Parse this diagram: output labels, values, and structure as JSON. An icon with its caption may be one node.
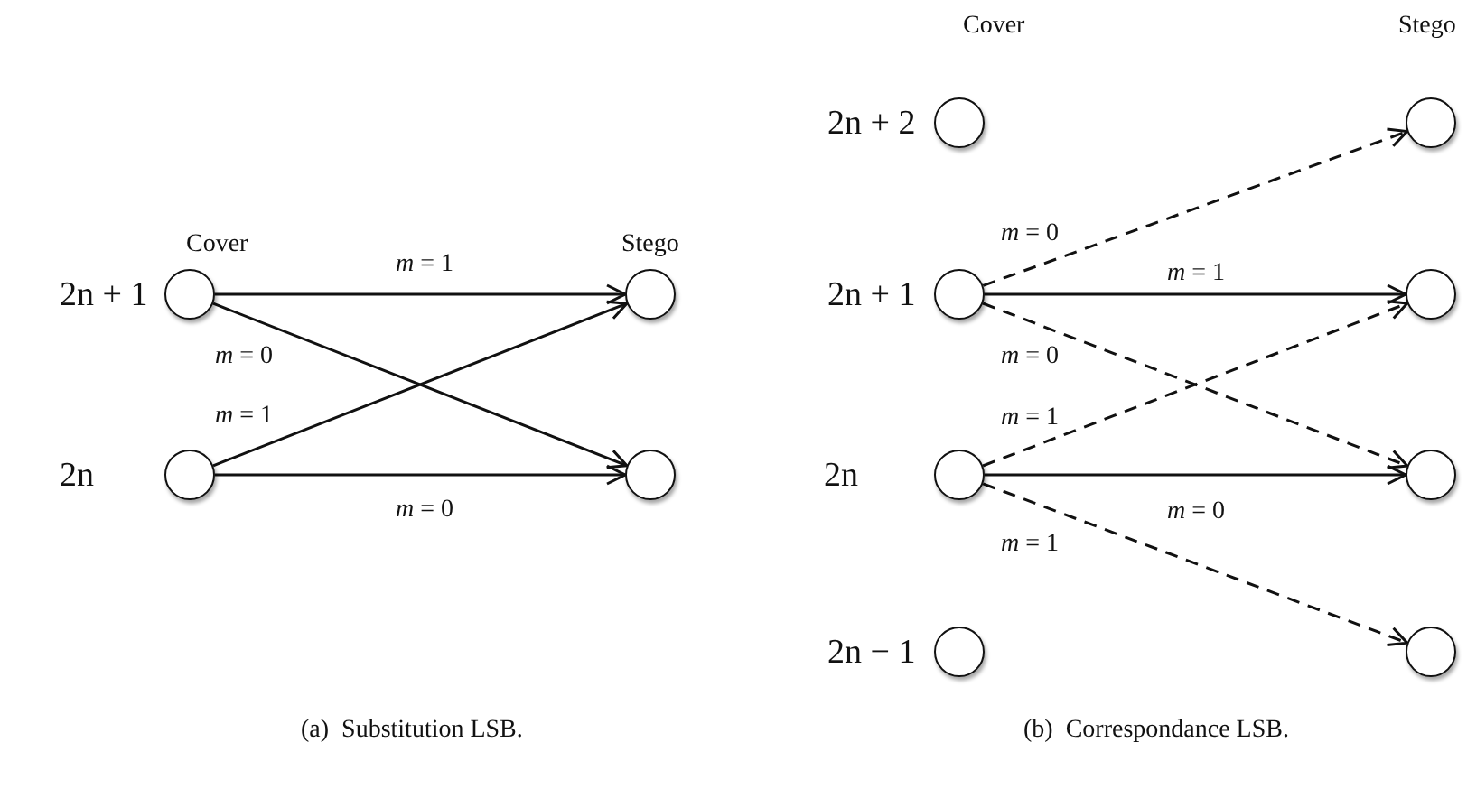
{
  "diagram": {
    "nodes": [
      {
        "text": [],
        "shape": "circle",
        "beside": [
          "2n + 1"
        ]
      },
      {
        "text": [],
        "shape": "circle"
      },
      {
        "text": [],
        "shape": "circle",
        "beside": [
          "2n"
        ]
      },
      {
        "text": [],
        "shape": "circle"
      },
      {
        "text": [],
        "shape": "circle",
        "beside": [
          "2n + 2"
        ]
      },
      {
        "text": [],
        "shape": "circle"
      },
      {
        "text": [],
        "shape": "circle",
        "beside": [
          "2n + 1"
        ]
      },
      {
        "text": [],
        "shape": "circle"
      },
      {
        "text": [],
        "shape": "circle",
        "beside": [
          "2n"
        ]
      },
      {
        "text": [],
        "shape": "circle"
      },
      {
        "text": [],
        "shape": "circle",
        "beside": [
          "2n − 1"
        ]
      },
      {
        "text": [],
        "shape": "circle"
      }
    ],
    "edges": [
      {
        "from": 0,
        "to": 1,
        "arrow": "to",
        "label": "*m* = 1"
      },
      {
        "from": 0,
        "to": 3,
        "arrow": "to",
        "label": "*m* = 0"
      },
      {
        "from": 2,
        "to": 1,
        "arrow": "to",
        "label": "*m* = 1"
      },
      {
        "from": 2,
        "to": 3,
        "arrow": "to",
        "label": "*m* = 0"
      },
      {
        "from": 6,
        "to": 5,
        "arrow": "to",
        "label": "*m* = 0",
        "style": "dashed"
      },
      {
        "from": 6,
        "to": 7,
        "arrow": "to",
        "label": "*m* = 1"
      },
      {
        "from": 6,
        "to": 9,
        "arrow": "to",
        "label": "*m* = 0",
        "style": "dashed"
      },
      {
        "from": 8,
        "to": 7,
        "arrow": "to",
        "label": "*m* = 1",
        "style": "dashed"
      },
      {
        "from": 8,
        "to": 9,
        "arrow": "to",
        "label": "*m* = 0"
      },
      {
        "from": 8,
        "to": 11,
        "arrow": "to",
        "label": "*m* = 1",
        "style": "dashed"
      }
    ],
    "labels": [
      "Cover",
      "Stego",
      "Cover",
      "Stego",
      "(a)  Substitution LSB.",
      "(b)  Correspondance LSB."
    ]
  }
}
